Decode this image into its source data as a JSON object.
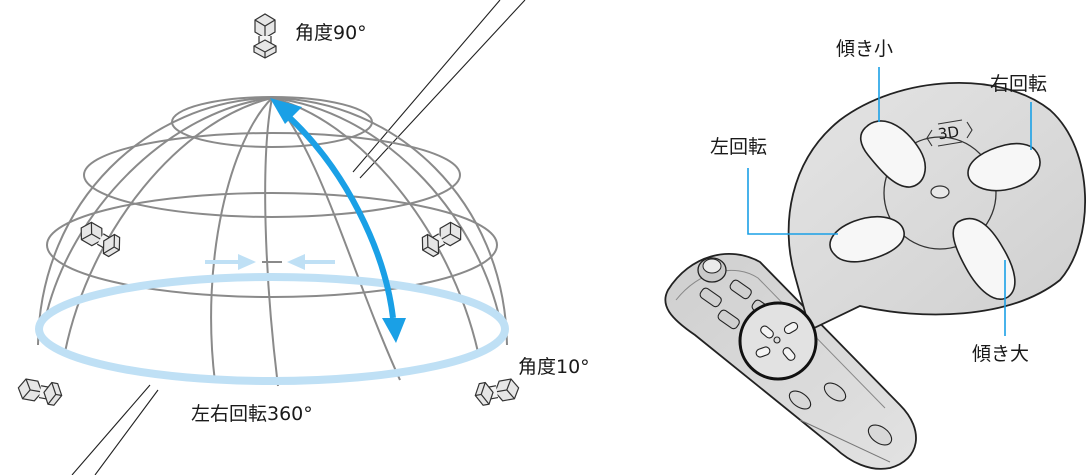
{
  "left_diagram": {
    "label_tilt_90": "角度90°",
    "label_tilt_10": "角度10°",
    "label_rotate_360": "左右回転360°"
  },
  "right_diagram": {
    "label_tilt_small": "傾き小",
    "label_rotate_right": "右回転",
    "label_rotate_left": "左回転",
    "label_tilt_large": "傾き大",
    "pad_mark": "3D"
  },
  "colors": {
    "dome_lines": "#8a8a8a",
    "arc_arrow": "#1aa0e6",
    "ring": "#bfe0f5",
    "outline": "#222222",
    "zoom_fill": "#dcdcdc",
    "remote_fill": "#d6d6d6"
  },
  "icons": [
    "object-block-icon",
    "3d-button-pad-icon",
    "remote-control-icon"
  ]
}
